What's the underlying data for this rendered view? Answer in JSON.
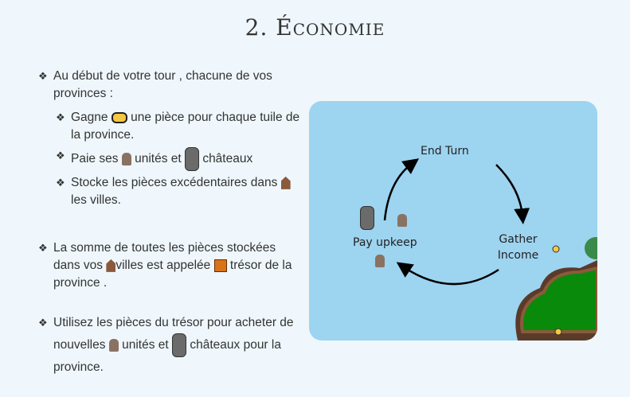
{
  "title": "2. Économie",
  "bullets": {
    "b1": "Au début de votre tour , chacune de vos provinces :",
    "s1a": "Gagne",
    "s1b": "une pièce pour chaque tuile de la province.",
    "s2a": "Paie ses",
    "s2b": "unités et",
    "s2c": "châteaux",
    "s3a": "Stocke les pièces excédentaires dans",
    "s3b": "les villes.",
    "b2a": "La somme de toutes les pièces stockées dans vos",
    "b2b": "villes est appelée",
    "b2c": "trésor de la province .",
    "b3a": "Utilisez les pièces du trésor pour acheter de nouvelles",
    "b3b": "unités et",
    "b3c": "châteaux pour la province."
  },
  "diagram": {
    "end_turn": "End Turn",
    "gather": "Gather Income",
    "pay": "Pay upkeep"
  }
}
